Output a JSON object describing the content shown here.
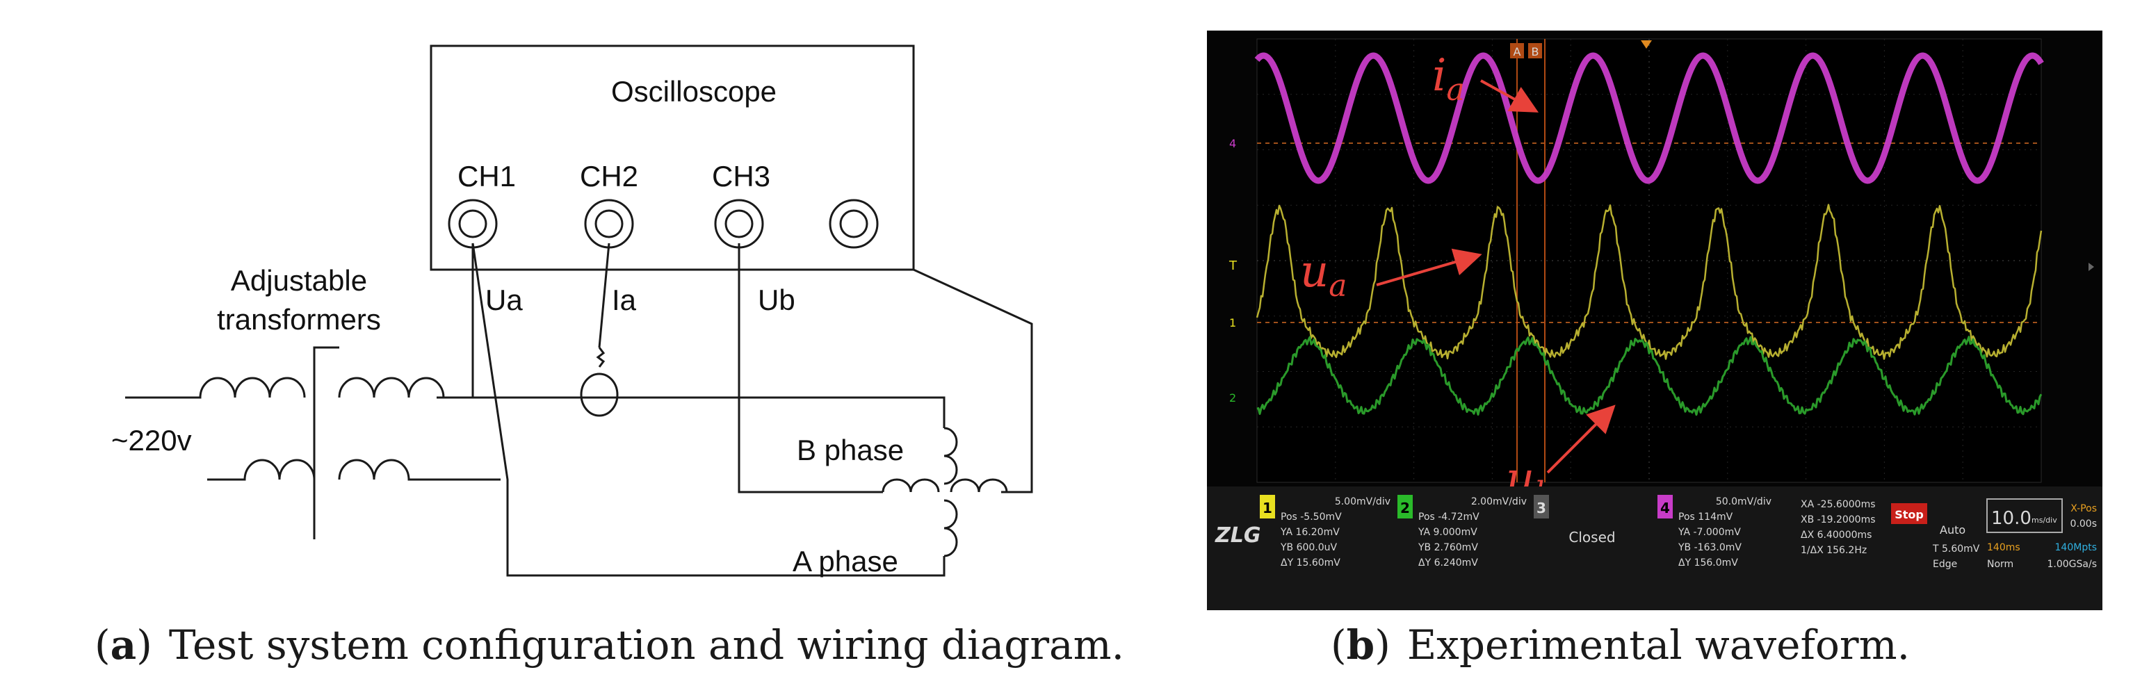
{
  "captions": {
    "a_letter": "a",
    "a_text": "Test system configuration and wiring diagram.",
    "b_letter": "b",
    "b_text": "Experimental waveform."
  },
  "wiring": {
    "oscilloscope_label": "Oscilloscope",
    "channels": [
      "CH1",
      "CH2",
      "CH3"
    ],
    "transformer_label_1": "Adjustable",
    "transformer_label_2": "transformers",
    "source_label": "~220v",
    "probe_ua": "Ua",
    "probe_ia": "Ia",
    "probe_ub": "Ub",
    "b_phase": "B phase",
    "a_phase": "A phase"
  },
  "waveform": {
    "trace_labels": {
      "ia_base": "i",
      "ia_sub": "a",
      "ua_base": "u",
      "ua_sub": "a",
      "ub_base": "u",
      "ub_sub": "b"
    },
    "colors": {
      "ia": "#c83cc8",
      "ua": "#b8b030",
      "ub": "#2a9a2a",
      "annotation": "#e8423a"
    },
    "markers": {
      "cursor_a": "A",
      "cursor_b": "B",
      "ch4_marker": "4",
      "trigger_marker": "T",
      "ch1_marker": "1",
      "ch2_marker": "2"
    },
    "status": {
      "logo": "ZLG",
      "ch1_num": "1",
      "ch1_scale": "5.00mV/div",
      "ch1_pos": "Pos  -5.50mV",
      "ch1_ya": "YA   16.20mV",
      "ch1_yb": "YB   600.0uV",
      "ch1_dy": "ΔY   15.60mV",
      "ch2_num": "2",
      "ch2_scale": "2.00mV/div",
      "ch2_pos": "Pos  -4.72mV",
      "ch2_ya": "YA   9.000mV",
      "ch2_yb": "YB   2.760mV",
      "ch2_dy": "ΔY   6.240mV",
      "ch3_num": "3",
      "ch3_state": "Closed",
      "ch4_num": "4",
      "ch4_scale": "50.0mV/div",
      "ch4_pos": "Pos   114mV",
      "ch4_ya": "YA  -7.000mV",
      "ch4_yb": "YB  -163.0mV",
      "ch4_dy": "ΔY   156.0mV",
      "xa": "XA -25.6000ms",
      "xb": "XB -19.2000ms",
      "dx": "ΔX  6.40000ms",
      "fdx": "1/ΔX   156.2Hz",
      "stop": "Stop",
      "auto": "Auto",
      "trig_level": "T    5.60mV",
      "trig_type": "Edge",
      "tscale": "10.0",
      "tscale_unit": "ms/div",
      "xpos_label": "X-Pos",
      "xpos_value": "0.00s",
      "mem": "140ms",
      "mem_pts": "140Mpts",
      "mode": "Norm",
      "rate": "1.00GSa/s"
    }
  }
}
